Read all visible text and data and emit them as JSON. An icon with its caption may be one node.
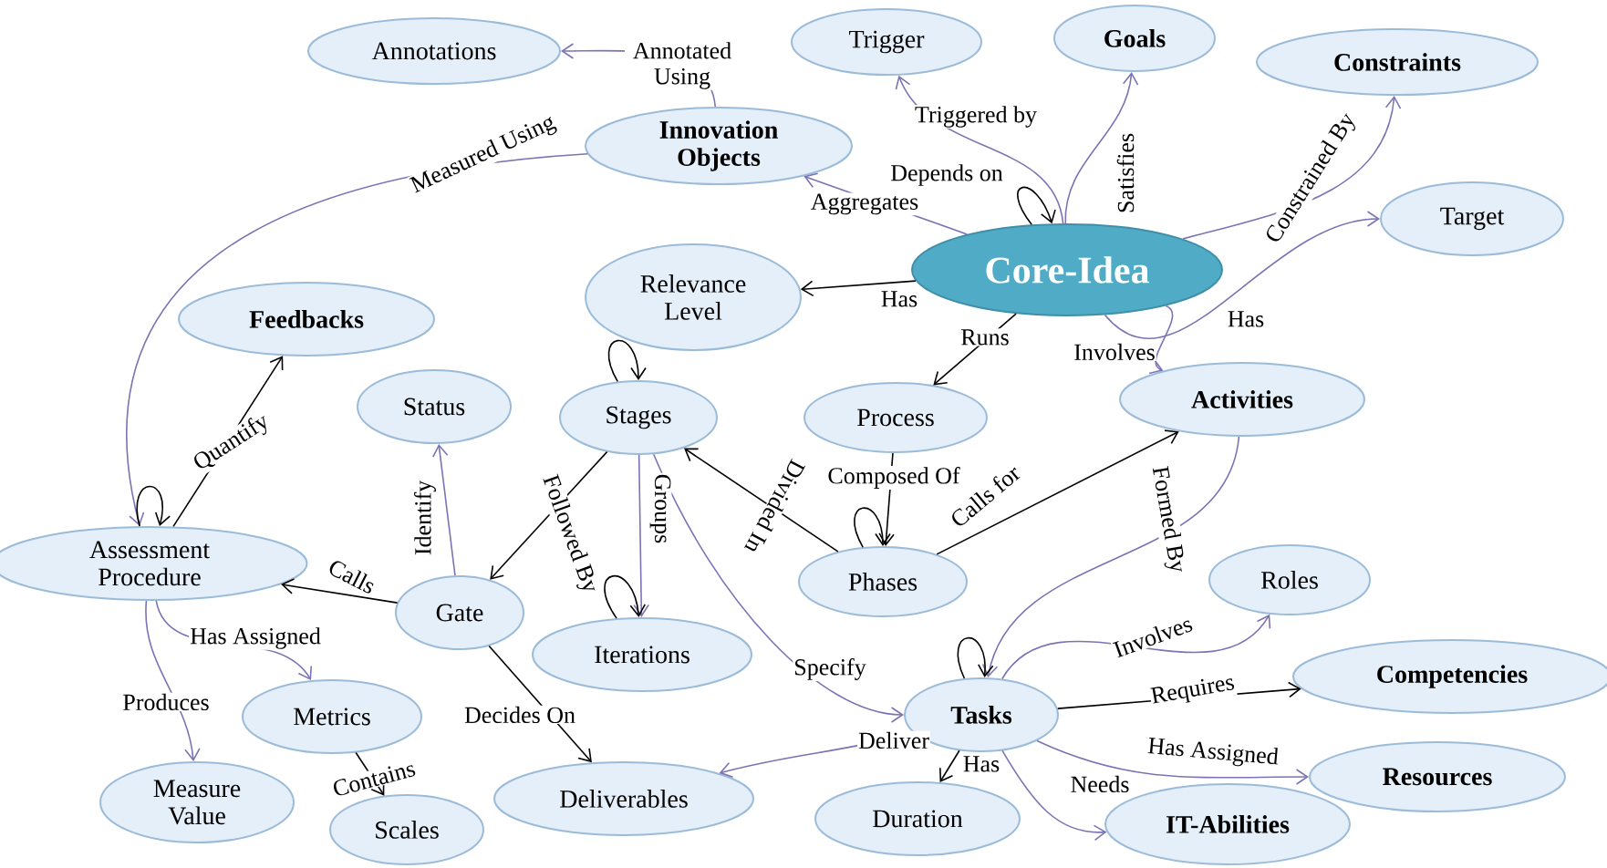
{
  "diagram": {
    "nodes": [
      {
        "text": [
          "Annotations"
        ]
      },
      {
        "text": [
          "Trigger"
        ]
      },
      {
        "text": [
          "Goals"
        ]
      },
      {
        "text": [
          "Constraints"
        ]
      },
      {
        "text": [
          "Innovation Objects"
        ]
      },
      {
        "text": [
          "Target"
        ]
      },
      {
        "text": [
          "Core-Idea"
        ]
      },
      {
        "text": [
          "Relevance Level"
        ]
      },
      {
        "text": [
          "Feedbacks"
        ]
      },
      {
        "text": [
          "Status"
        ]
      },
      {
        "text": [
          "Stages"
        ]
      },
      {
        "text": [
          "Process"
        ]
      },
      {
        "text": [
          "Activities"
        ]
      },
      {
        "text": [
          "Assessment Procedure"
        ]
      },
      {
        "text": [
          "Gate"
        ]
      },
      {
        "text": [
          "Phases"
        ]
      },
      {
        "text": [
          "Roles"
        ]
      },
      {
        "text": [
          "Iterations"
        ]
      },
      {
        "text": [
          "Competencies"
        ]
      },
      {
        "text": [
          "Metrics"
        ]
      },
      {
        "text": [
          "Tasks"
        ]
      },
      {
        "text": [
          "Measure Value"
        ]
      },
      {
        "text": [
          "Scales"
        ]
      },
      {
        "text": [
          "Deliverables"
        ]
      },
      {
        "text": [
          "Resources"
        ]
      },
      {
        "text": [
          "Duration"
        ]
      },
      {
        "text": [
          "IT-Abilities"
        ]
      }
    ],
    "edges": [
      {
        "from": 4,
        "to": 0,
        "arrow": "to",
        "label": "Annotated Using",
        "color": "#7a74b4"
      },
      {
        "from": 6,
        "to": 1,
        "arrow": "to",
        "label": "Triggered by",
        "color": "#7a74b4"
      },
      {
        "from": 6,
        "to": 2,
        "arrow": "to",
        "label": "Satisfies",
        "color": "#7a74b4"
      },
      {
        "from": 6,
        "to": 3,
        "arrow": "to",
        "label": "Constrained By",
        "color": "#7a74b4"
      },
      {
        "from": 6,
        "to": 4,
        "arrow": "to",
        "label": "Aggregates",
        "color": "#7a74b4"
      },
      {
        "from": 6,
        "to": 6,
        "arrow": "to",
        "label": "Depends on",
        "color": "#000000"
      },
      {
        "from": 6,
        "to": 5,
        "arrow": "to",
        "label": "Has",
        "color": "#7a74b4"
      },
      {
        "from": 6,
        "to": 7,
        "arrow": "to",
        "label": "Has",
        "color": "#000000"
      },
      {
        "from": 6,
        "to": 11,
        "arrow": "to",
        "label": "Runs",
        "color": "#000000"
      },
      {
        "from": 6,
        "to": 12,
        "arrow": "to",
        "label": "Involves",
        "color": "#7a74b4"
      },
      {
        "from": 4,
        "to": 13,
        "arrow": "to",
        "label": "Measured Using",
        "color": "#7a74b4"
      },
      {
        "from": 13,
        "to": 8,
        "arrow": "to",
        "label": "Quantify",
        "color": "#000000"
      },
      {
        "from": 13,
        "to": 13,
        "arrow": "to",
        "color": "#000000"
      },
      {
        "from": 14,
        "to": 13,
        "arrow": "to",
        "label": "Calls",
        "color": "#000000"
      },
      {
        "from": 14,
        "to": 9,
        "arrow": "to",
        "label": "Identify",
        "color": "#7a74b4"
      },
      {
        "from": 10,
        "to": 14,
        "arrow": "to",
        "label": "Followed By",
        "color": "#000000"
      },
      {
        "from": 10,
        "to": 10,
        "arrow": "to",
        "color": "#000000"
      },
      {
        "from": 10,
        "to": 17,
        "arrow": "to",
        "label": "Groups",
        "color": "#7a74b4"
      },
      {
        "from": 15,
        "to": 10,
        "arrow": "to",
        "label": "Divided In",
        "color": "#000000"
      },
      {
        "from": 10,
        "to": 20,
        "arrow": "to",
        "label": "Specify",
        "color": "#7a74b4"
      },
      {
        "from": 11,
        "to": 15,
        "arrow": "to",
        "label": "Composed Of",
        "color": "#000000"
      },
      {
        "from": 15,
        "to": 15,
        "arrow": "to",
        "color": "#000000"
      },
      {
        "from": 15,
        "to": 12,
        "arrow": "to",
        "label": "Calls for",
        "color": "#000000"
      },
      {
        "from": 12,
        "to": 20,
        "arrow": "to",
        "label": "Formed By",
        "color": "#7a74b4"
      },
      {
        "from": 17,
        "to": 17,
        "arrow": "to",
        "color": "#000000"
      },
      {
        "from": 13,
        "to": 19,
        "arrow": "to",
        "label": "Has Assigned",
        "color": "#7a74b4"
      },
      {
        "from": 13,
        "to": 21,
        "arrow": "to",
        "label": "Produces",
        "color": "#7a74b4"
      },
      {
        "from": 19,
        "to": 22,
        "arrow": "to",
        "label": "Contains",
        "color": "#000000"
      },
      {
        "from": 14,
        "to": 23,
        "arrow": "to",
        "label": "Decides On",
        "color": "#000000"
      },
      {
        "from": 20,
        "to": 23,
        "arrow": "to",
        "label": "Deliver",
        "color": "#7a74b4"
      },
      {
        "from": 20,
        "to": 20,
        "arrow": "to",
        "color": "#000000"
      },
      {
        "from": 20,
        "to": 16,
        "arrow": "to",
        "label": "Involves",
        "color": "#7a74b4"
      },
      {
        "from": 20,
        "to": 18,
        "arrow": "to",
        "label": "Requires",
        "color": "#000000"
      },
      {
        "from": 20,
        "to": 24,
        "arrow": "to",
        "label": "Has Assigned",
        "color": "#7a74b4"
      },
      {
        "from": 20,
        "to": 25,
        "arrow": "to",
        "label": "Has",
        "color": "#000000"
      },
      {
        "from": 20,
        "to": 26,
        "arrow": "to",
        "label": "Needs",
        "color": "#7a74b4"
      }
    ]
  }
}
